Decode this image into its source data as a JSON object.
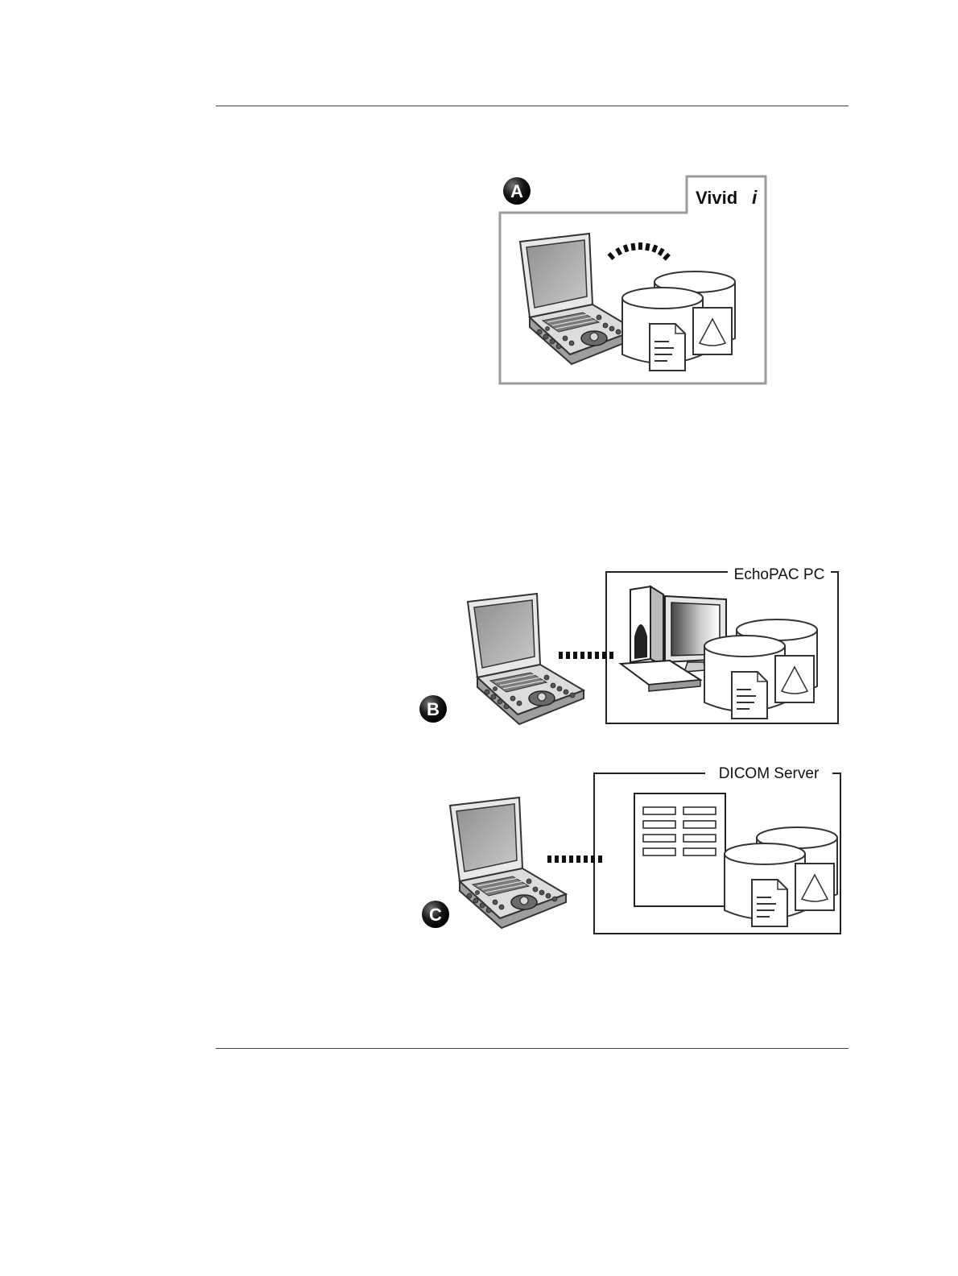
{
  "figures": {
    "a": {
      "badge": "A",
      "title_main": "Vivid",
      "title_suffix": "i"
    },
    "b": {
      "badge": "B",
      "title": "EchoPAC PC"
    },
    "c": {
      "badge": "C",
      "title": "DICOM Server"
    }
  },
  "colors": {
    "frame_a": "#9a9a9a",
    "frame_bc": "#222222",
    "badge": "#111111"
  }
}
